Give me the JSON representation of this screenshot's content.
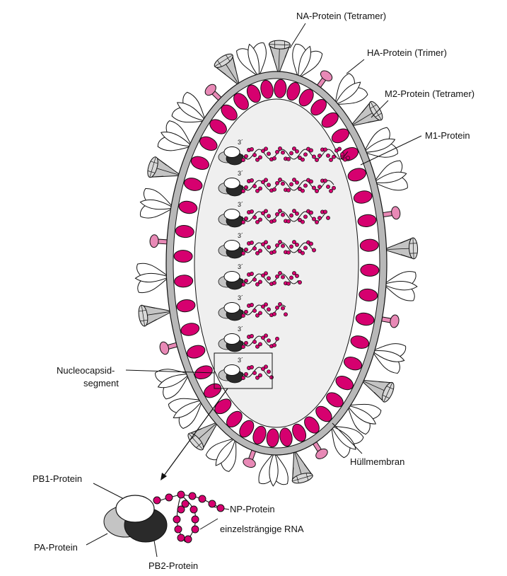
{
  "labels": {
    "na_protein": "NA-Protein (Tetramer)",
    "ha_protein": "HA-Protein (Trimer)",
    "m2_protein": "M2-Protein (Tetramer)",
    "m1_protein": "M1-Protein",
    "nucleocapsid_line1": "Nucleocapsid-",
    "nucleocapsid_line2": "segment",
    "huellmembran": "Hüllmembran",
    "pb1_protein": "PB1-Protein",
    "pa_protein": "PA-Protein",
    "pb2_protein": "PB2-Protein",
    "np_protein": "NP-Protein",
    "rna": "einzelsträngige RNA"
  },
  "segments": {
    "end_label": "3´",
    "count": 8
  },
  "colors": {
    "magenta": "#d6006f",
    "pink": "#e889b6",
    "membrane": "#b8b8b8",
    "interior": "#efefef",
    "cone_grey": "#c4c4c4",
    "dark": "#2a2a2a"
  }
}
